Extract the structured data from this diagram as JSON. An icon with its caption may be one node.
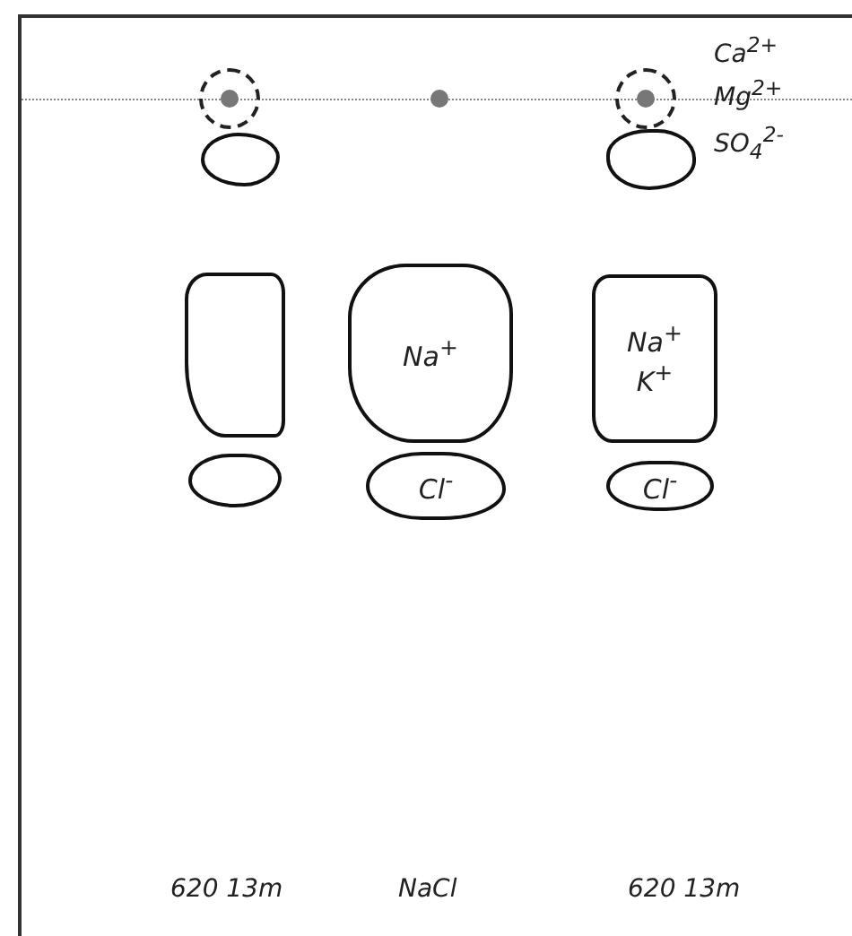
{
  "diagram": {
    "nodes": [
      {
        "text": [],
        "shape": "circle"
      },
      {
        "text": [],
        "shape": "circle"
      },
      {
        "text": [],
        "shape": "circle"
      },
      {
        "text": [],
        "shape": "blob"
      },
      {
        "text": [],
        "shape": "blob"
      },
      {
        "text": [],
        "shape": "blob"
      },
      {
        "text": [
          "Na$^{+}$"
        ]
      },
      {
        "text": [
          "Na$^{+}$ K$^{+}$"
        ]
      },
      {
        "text": [],
        "shape": "blob"
      },
      {
        "text": [
          "Cl$^{-}$"
        ]
      },
      {
        "text": [
          "Cl$^{-}$"
        ]
      }
    ],
    "labels": [
      "Ca$^{2+}$",
      "Mg$^{2+}$",
      "SO$_{4}$$^{2-}$",
      "620 13m",
      "NaCl",
      "620 13m"
    ]
  }
}
